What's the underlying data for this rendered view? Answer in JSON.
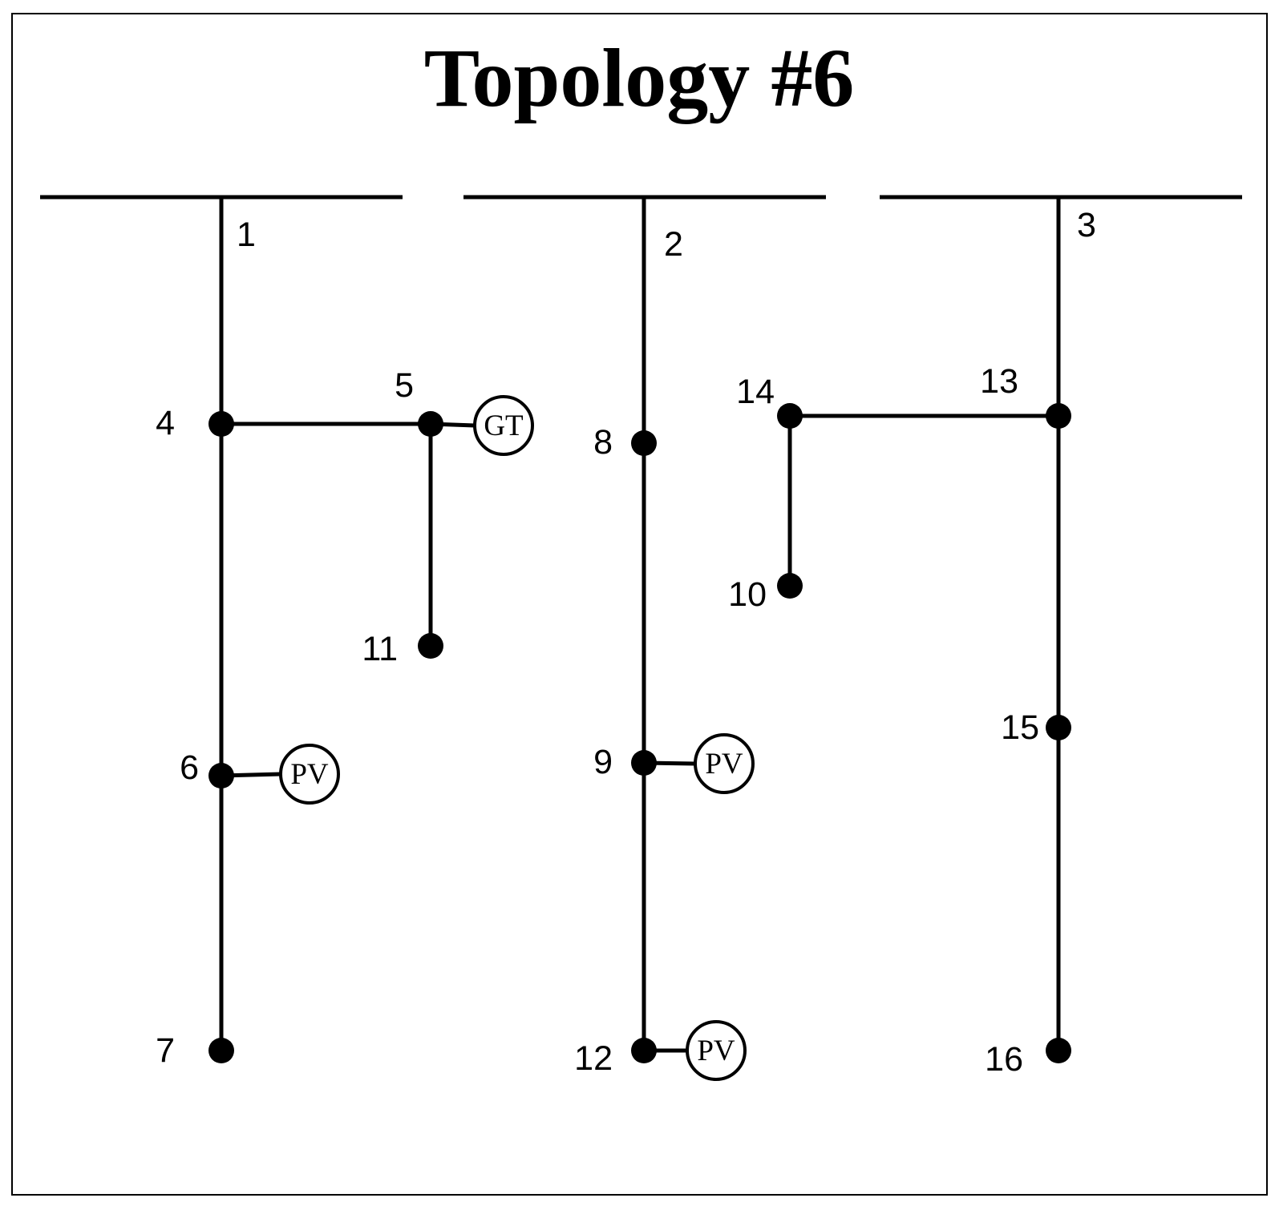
{
  "title": "Topology #6",
  "colors": {
    "line": "#000000",
    "background": "#ffffff"
  },
  "feeders": [
    {
      "id": "1",
      "label": "1"
    },
    {
      "id": "2",
      "label": "2"
    },
    {
      "id": "3",
      "label": "3"
    }
  ],
  "nodes": [
    {
      "id": "4",
      "label": "4"
    },
    {
      "id": "5",
      "label": "5"
    },
    {
      "id": "6",
      "label": "6"
    },
    {
      "id": "7",
      "label": "7"
    },
    {
      "id": "8",
      "label": "8"
    },
    {
      "id": "9",
      "label": "9"
    },
    {
      "id": "10",
      "label": "10"
    },
    {
      "id": "11",
      "label": "11"
    },
    {
      "id": "12",
      "label": "12"
    },
    {
      "id": "13",
      "label": "13"
    },
    {
      "id": "14",
      "label": "14"
    },
    {
      "id": "15",
      "label": "15"
    },
    {
      "id": "16",
      "label": "16"
    }
  ],
  "edges": [
    [
      "1",
      "4"
    ],
    [
      "4",
      "6"
    ],
    [
      "6",
      "7"
    ],
    [
      "4",
      "5"
    ],
    [
      "5",
      "11"
    ],
    [
      "2",
      "8"
    ],
    [
      "8",
      "9"
    ],
    [
      "9",
      "12"
    ],
    [
      "3",
      "13"
    ],
    [
      "13",
      "15"
    ],
    [
      "15",
      "16"
    ],
    [
      "13",
      "14"
    ],
    [
      "14",
      "10"
    ]
  ],
  "generators": [
    {
      "node": "5",
      "type": "GT",
      "label": "GT"
    },
    {
      "node": "6",
      "type": "PV",
      "label": "PV"
    },
    {
      "node": "9",
      "type": "PV",
      "label": "PV"
    },
    {
      "node": "12",
      "type": "PV",
      "label": "PV"
    }
  ]
}
